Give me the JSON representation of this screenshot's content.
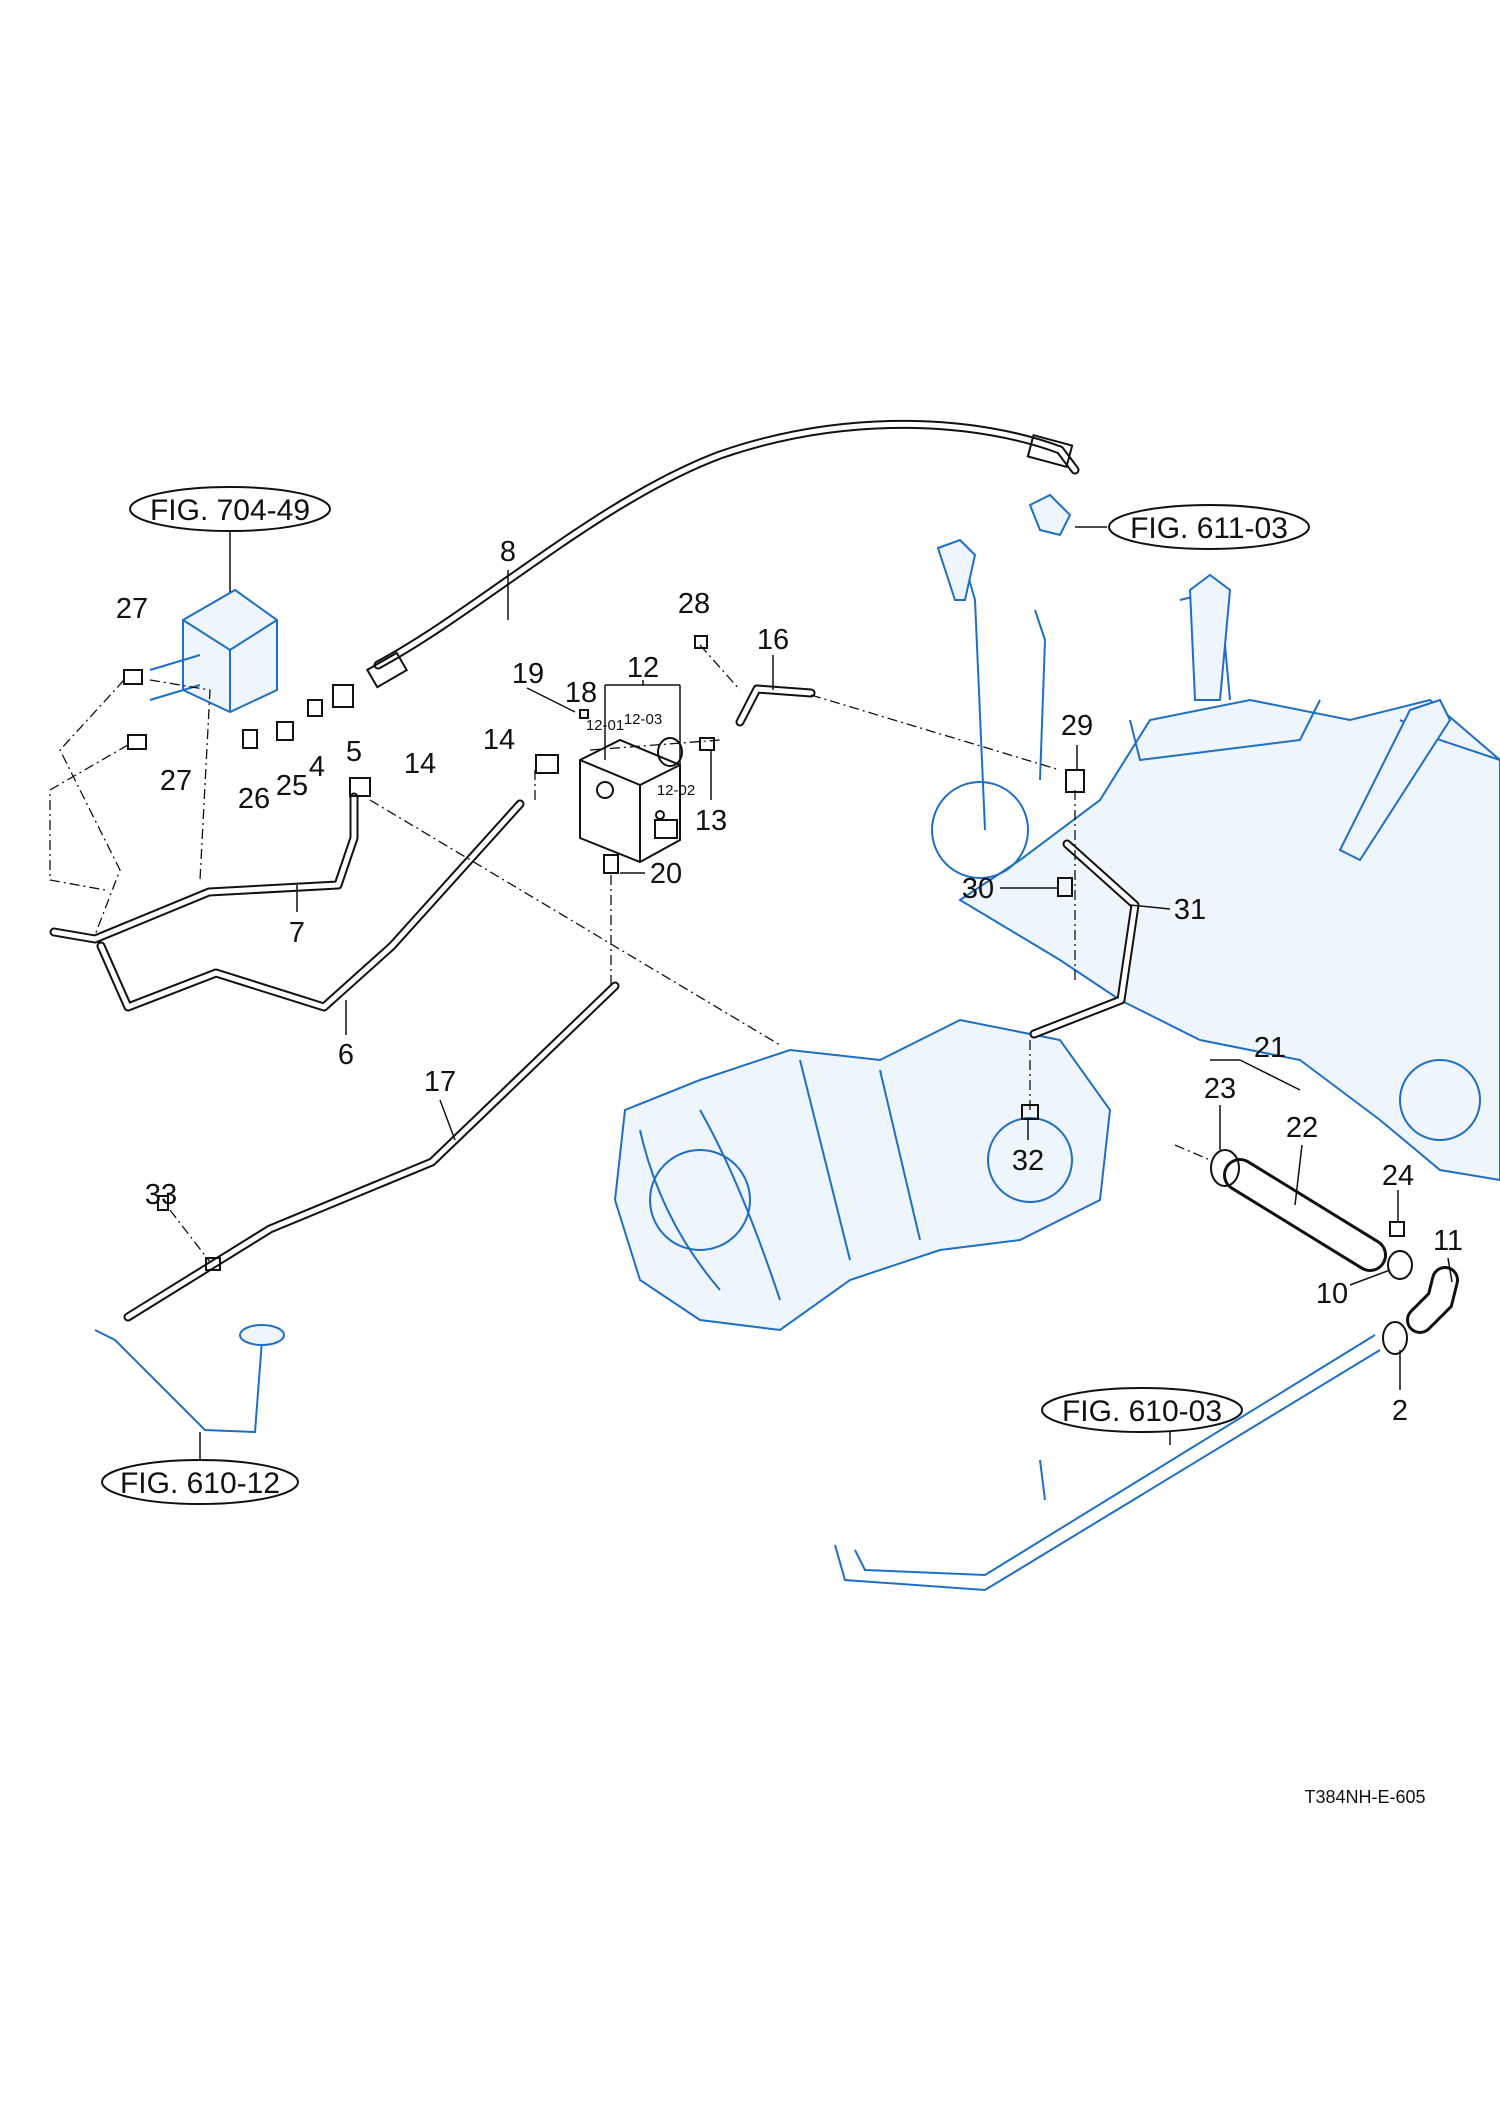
{
  "diagram": {
    "figure_refs": [
      "FIG. 704-49",
      "FIG. 611-03",
      "FIG. 610-12",
      "FIG. 610-03"
    ],
    "part_labels": [
      "27",
      "27",
      "26",
      "25",
      "4",
      "5",
      "8",
      "28",
      "16",
      "19",
      "18",
      "12",
      "12-01",
      "12-03",
      "12-02",
      "14",
      "14",
      "13",
      "20",
      "7",
      "6",
      "17",
      "33",
      "29",
      "30",
      "31",
      "21",
      "23",
      "22",
      "32",
      "24",
      "11",
      "10",
      "2"
    ],
    "drawing_code": "T384NH-E-605",
    "colors": {
      "reference_parts": "#1e6fc4",
      "parts": "#111111"
    }
  }
}
